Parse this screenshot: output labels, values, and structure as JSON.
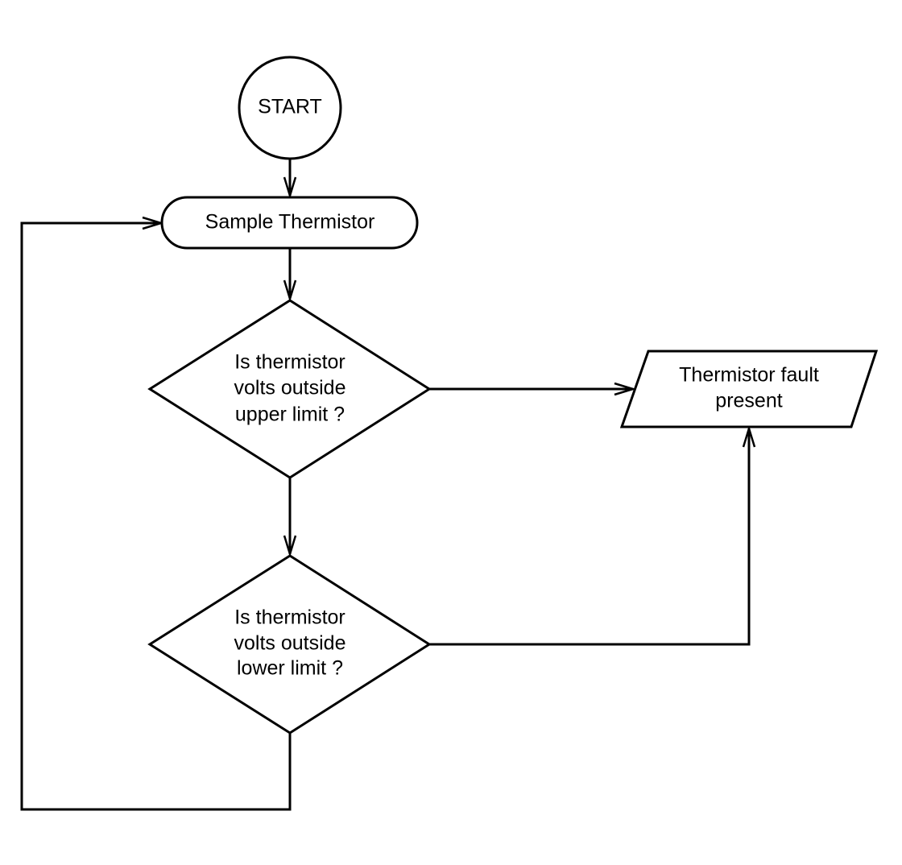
{
  "diagram": {
    "nodes": {
      "start": {
        "label": "START"
      },
      "sample": {
        "label": "Sample Thermistor"
      },
      "upper": {
        "lines": [
          "Is thermistor",
          "volts outside",
          "upper limit ?"
        ]
      },
      "lower": {
        "lines": [
          "Is thermistor",
          "volts outside",
          "lower limit ?"
        ]
      },
      "fault": {
        "lines": [
          "Thermistor fault",
          "present"
        ]
      }
    },
    "edges": [
      {
        "from": "start",
        "to": "sample"
      },
      {
        "from": "sample",
        "to": "upper"
      },
      {
        "from": "upper",
        "to": "fault"
      },
      {
        "from": "upper",
        "to": "lower"
      },
      {
        "from": "lower",
        "to": "fault"
      },
      {
        "from": "lower",
        "to": "sample"
      }
    ]
  }
}
